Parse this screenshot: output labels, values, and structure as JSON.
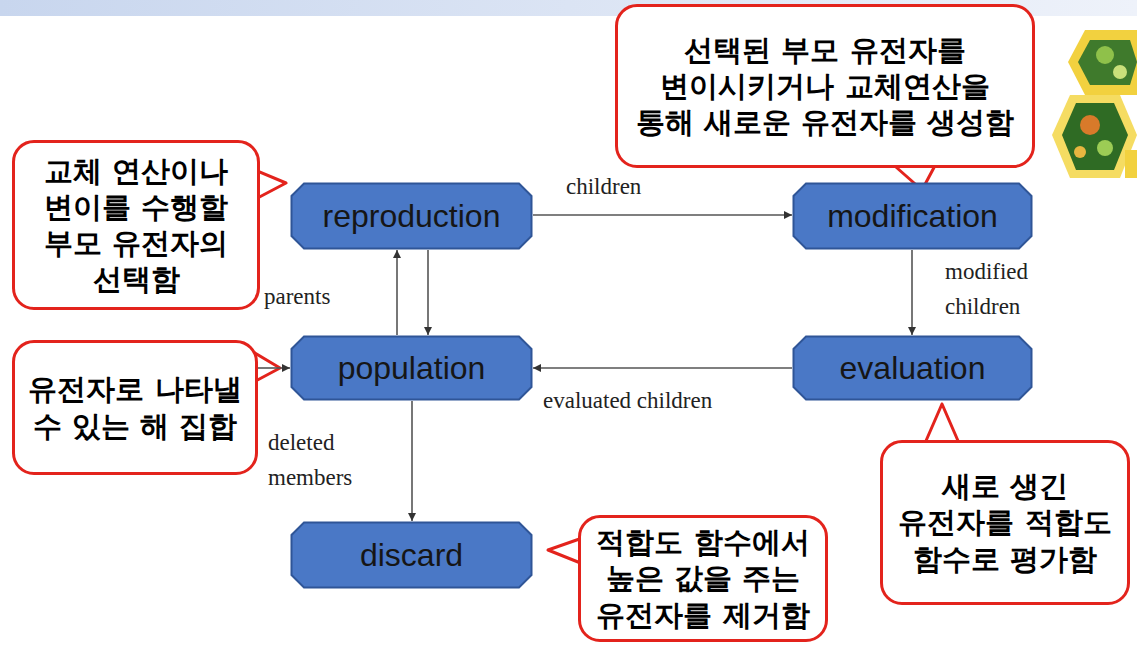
{
  "diagram": {
    "nodes": [
      {
        "text": [
          "선택된 부모 유전자를 변이시키거나 교체연산을 통해 새로운 유전자를 생성함"
        ]
      },
      {
        "text": [
          "교체 연산이나 변이를 수행할 부모 유전자의 선택함"
        ]
      },
      {
        "text": [
          "reproduction"
        ]
      },
      {
        "text": [
          "modification"
        ]
      },
      {
        "text": [
          "유전자로 나타낼 수 있는 해 집합"
        ]
      },
      {
        "text": [
          "population"
        ]
      },
      {
        "text": [
          "evaluation"
        ]
      },
      {
        "text": [
          "새로 생긴 유전자를 적합도 함수로 평가함"
        ]
      },
      {
        "text": [
          "discard"
        ]
      },
      {
        "text": [
          "적합도 함수에서 높은 값을 주는 유전자를 제거함"
        ]
      }
    ],
    "edges": [
      {
        "from": 2,
        "to": 3,
        "label": "children",
        "arrow": "to"
      },
      {
        "from": 3,
        "to": 6,
        "label": "modified children",
        "arrow": "to"
      },
      {
        "from": 6,
        "to": 5,
        "label": "evaluated children",
        "arrow": "to"
      },
      {
        "from": 5,
        "to": 2,
        "label": "parents",
        "arrow": "to"
      },
      {
        "from": 2,
        "to": 5,
        "arrow": "to"
      },
      {
        "from": 5,
        "to": 8,
        "label": "deleted members",
        "arrow": "to"
      },
      {
        "from": 4,
        "to": 5,
        "arrow": "to"
      }
    ]
  }
}
